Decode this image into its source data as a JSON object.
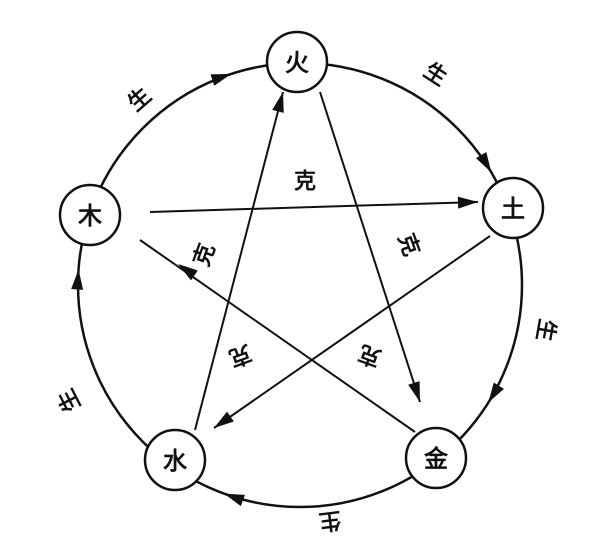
{
  "title": "Five Elements generating and overcoming cycle",
  "elements": [
    {
      "id": "fire",
      "label": "火"
    },
    {
      "id": "earth",
      "label": "土"
    },
    {
      "id": "metal",
      "label": "金"
    },
    {
      "id": "water",
      "label": "水"
    },
    {
      "id": "wood",
      "label": "木"
    }
  ],
  "generating_label": "生",
  "overcoming_label": "克",
  "generating_cycle": [
    [
      "wood",
      "fire"
    ],
    [
      "fire",
      "earth"
    ],
    [
      "earth",
      "metal"
    ],
    [
      "metal",
      "water"
    ],
    [
      "water",
      "wood"
    ]
  ],
  "overcoming_cycle": [
    [
      "wood",
      "earth"
    ],
    [
      "fire",
      "metal"
    ],
    [
      "earth",
      "water"
    ],
    [
      "metal",
      "wood"
    ],
    [
      "water",
      "fire"
    ]
  ],
  "generating_labels": [
    "生",
    "生",
    "生",
    "生",
    "生"
  ],
  "overcoming_labels": [
    "克",
    "克",
    "克",
    "克",
    "克"
  ],
  "colors": {
    "ink": "#111111",
    "background": "#ffffff"
  }
}
